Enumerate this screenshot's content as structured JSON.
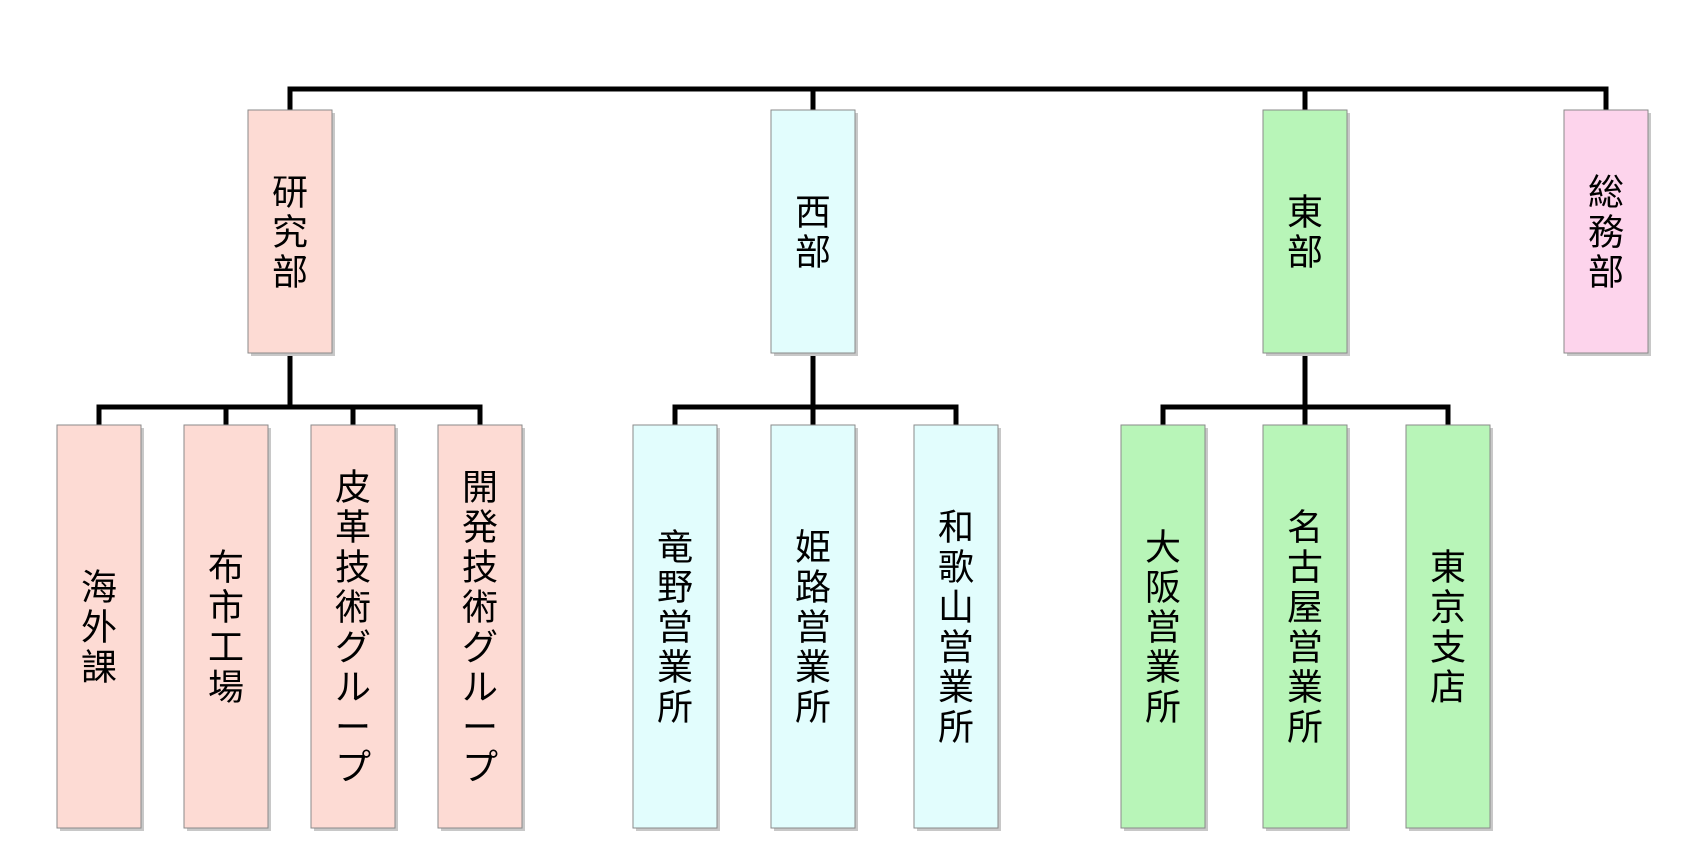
{
  "diagram": {
    "colors": {
      "research": "#fddbd4",
      "west": "#e2fdfd",
      "east": "#b8f5b8",
      "general": "#fdd4ec",
      "line": "#000000",
      "border": "#8a8a8a",
      "shadow": "#c8c8c8"
    },
    "departments": [
      {
        "id": "research",
        "label": "研究部",
        "children": [
          "海外課",
          "布市工場",
          "皮革技術グループ",
          "開発技術グループ"
        ]
      },
      {
        "id": "west",
        "label": "西部",
        "children": [
          "竜野営業所",
          "姫路営業所",
          "和歌山営業所"
        ]
      },
      {
        "id": "east",
        "label": "東部",
        "children": [
          "大阪営業所",
          "名古屋営業所",
          "東京支店"
        ]
      },
      {
        "id": "general",
        "label": "総務部",
        "children": []
      }
    ]
  }
}
